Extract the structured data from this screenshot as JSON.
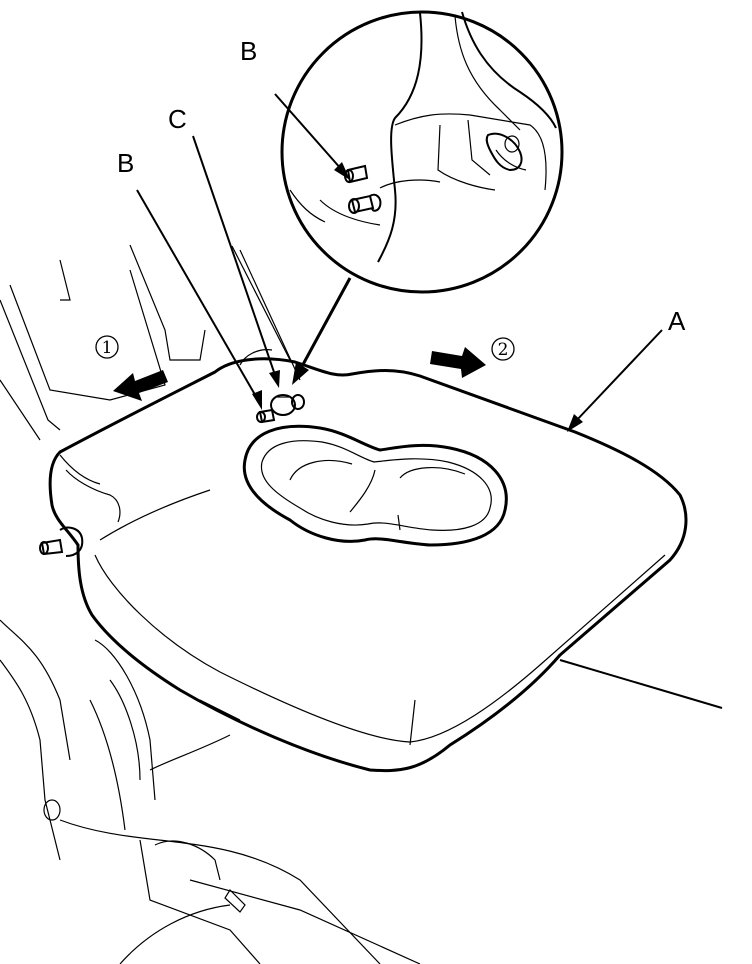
{
  "labels": {
    "a": "A",
    "b_main": "B",
    "b_detail": "B",
    "c": "C"
  },
  "steps": {
    "one": "①",
    "two": "②"
  }
}
